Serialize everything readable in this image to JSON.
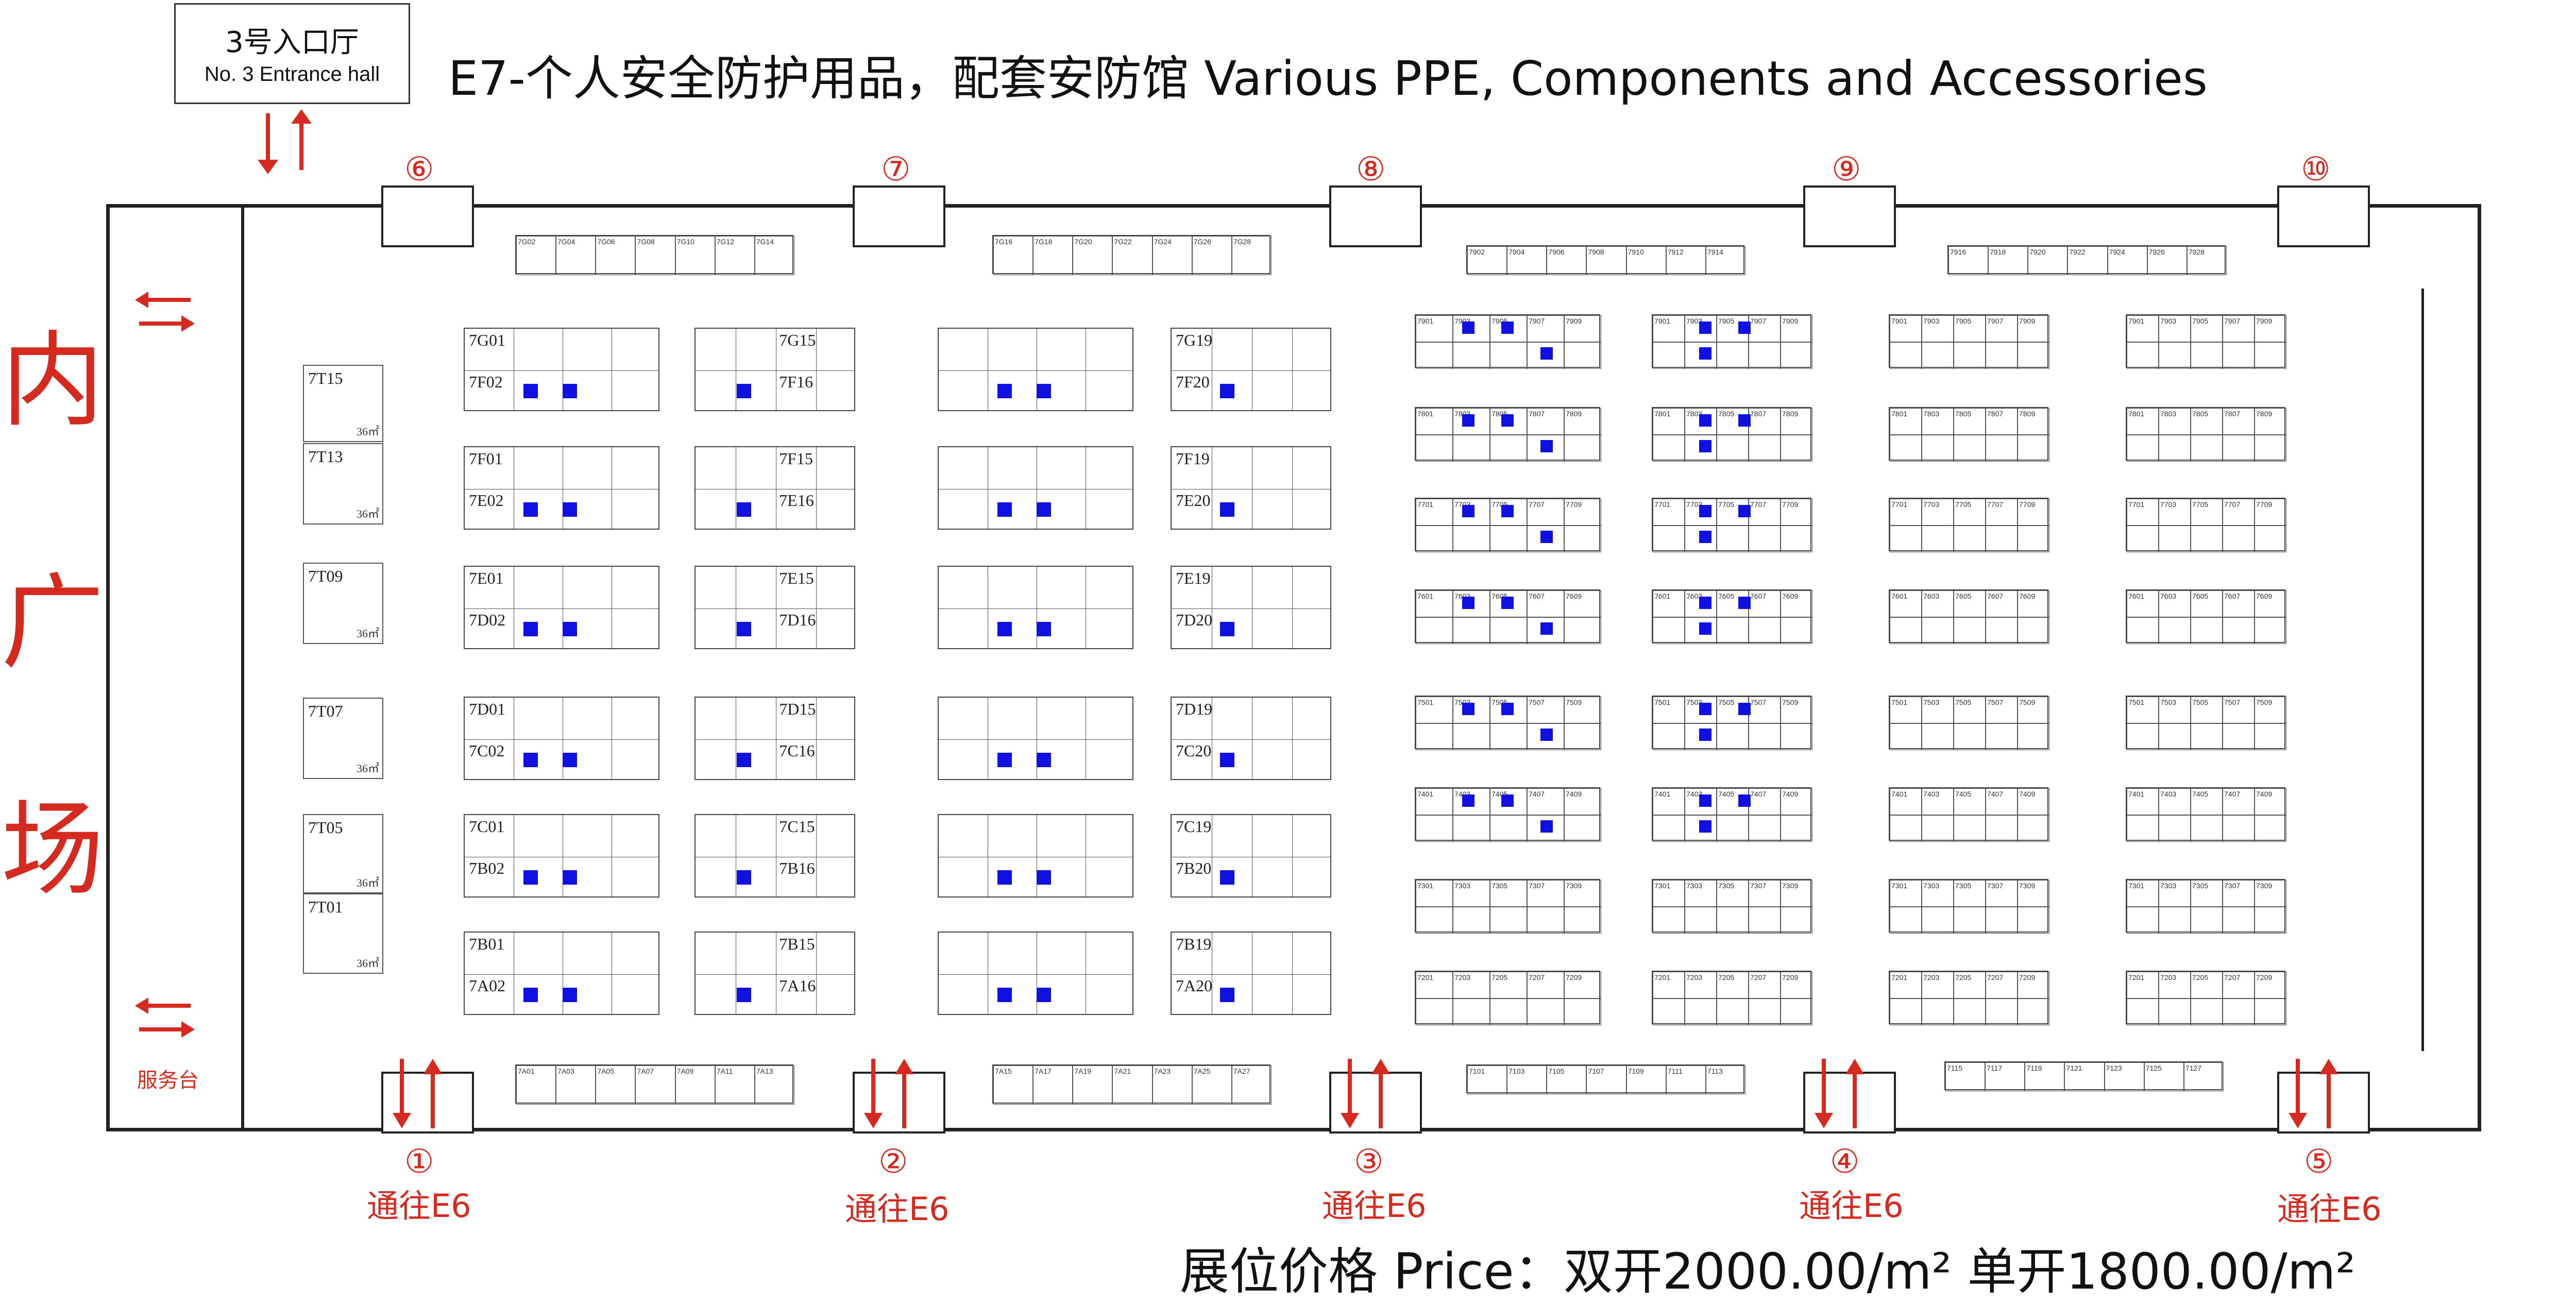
{
  "entrance": {
    "cn": "3号入口厅",
    "en": "No. 3 Entrance hall"
  },
  "title": "E7-个人安全防护用品，配套安防馆 Various PPE, Components and Accessories",
  "plaza": [
    "内",
    "广",
    "场"
  ],
  "service_desk": "服务台",
  "top_doors": [
    "⑥",
    "⑦",
    "⑧",
    "⑨",
    "⑩"
  ],
  "bottom_doors": [
    "①",
    "②",
    "③",
    "④",
    "⑤"
  ],
  "exit_label": "通往E6",
  "price": "展位价格 Price：双开2000.00/m²  单开1800.00/m²",
  "side_booths": [
    {
      "id": "7T15",
      "area": "36㎡"
    },
    {
      "id": "7T13",
      "area": "36㎡"
    },
    {
      "id": "7T09",
      "area": "36㎡"
    },
    {
      "id": "7T07",
      "area": "36㎡"
    },
    {
      "id": "7T05",
      "area": "36㎡"
    },
    {
      "id": "7T01",
      "area": "36㎡"
    }
  ],
  "big_labels": [
    {
      "text": "7G01"
    },
    {
      "text": "7F02"
    },
    {
      "text": "7F01"
    },
    {
      "text": "7E02"
    },
    {
      "text": "7E01"
    },
    {
      "text": "7D02"
    },
    {
      "text": "7D01"
    },
    {
      "text": "7C02"
    },
    {
      "text": "7C01"
    },
    {
      "text": "7B02"
    },
    {
      "text": "7B01"
    },
    {
      "text": "7A02"
    },
    {
      "text": "7G15"
    },
    {
      "text": "7F16"
    },
    {
      "text": "7F15"
    },
    {
      "text": "7E16"
    },
    {
      "text": "7E15"
    },
    {
      "text": "7D16"
    },
    {
      "text": "7D15"
    },
    {
      "text": "7C16"
    },
    {
      "text": "7C15"
    },
    {
      "text": "7B16"
    },
    {
      "text": "7B15"
    },
    {
      "text": "7A16"
    },
    {
      "text": "7G19"
    },
    {
      "text": "7F20"
    },
    {
      "text": "7F19"
    },
    {
      "text": "7E20"
    },
    {
      "text": "7E19"
    },
    {
      "text": "7D20"
    },
    {
      "text": "7D19"
    },
    {
      "text": "7C20"
    },
    {
      "text": "7C19"
    },
    {
      "text": "7B20"
    },
    {
      "text": "7B19"
    },
    {
      "text": "7A20"
    }
  ],
  "top_strip_1": [
    "7G02",
    "7G04",
    "7G06",
    "7G08",
    "7G10",
    "7G12",
    "7G14"
  ],
  "top_strip_2": [
    "7G16",
    "7G18",
    "7G20",
    "7G22",
    "7G24",
    "7G26",
    "7G28"
  ],
  "top_strip_3": [
    "7902",
    "7904",
    "7906",
    "7908",
    "7910",
    "7912",
    "7914"
  ],
  "top_strip_4": [
    "7916",
    "7918",
    "7920",
    "7922",
    "7924",
    "7926",
    "7928"
  ],
  "bottom_strip_1": [
    "7A01",
    "7A03",
    "7A05",
    "7A07",
    "7A09",
    "7A11",
    "7A13"
  ],
  "bottom_strip_2": [
    "7A15",
    "7A17",
    "7A19",
    "7A21",
    "7A23",
    "7A25",
    "7A27"
  ],
  "bottom_strip_3": [
    "7101",
    "7103",
    "7105",
    "7107",
    "7109",
    "7111",
    "7113"
  ],
  "bottom_strip_4": [
    "7115",
    "7117",
    "7119",
    "7121",
    "7123",
    "7125",
    "7127"
  ],
  "right_rows": [
    [
      "7901",
      "7903",
      "7905",
      "7907",
      "7909"
    ],
    [
      "7801",
      "7803",
      "7805",
      "7807",
      "7809"
    ],
    [
      "7701",
      "7703",
      "7705",
      "7707",
      "7709"
    ],
    [
      "7601",
      "7603",
      "7605",
      "7607",
      "7609"
    ],
    [
      "7501",
      "7503",
      "7505",
      "7507",
      "7509"
    ],
    [
      "7401",
      "7403",
      "7405",
      "7407",
      "7409"
    ],
    [
      "7301",
      "7303",
      "7305",
      "7307",
      "7309"
    ],
    [
      "7201",
      "7203",
      "7205",
      "7207",
      "7209"
    ]
  ],
  "colors": {
    "red": "#d42a1f",
    "blue_tag": "#1010e0",
    "line": "#222222"
  }
}
